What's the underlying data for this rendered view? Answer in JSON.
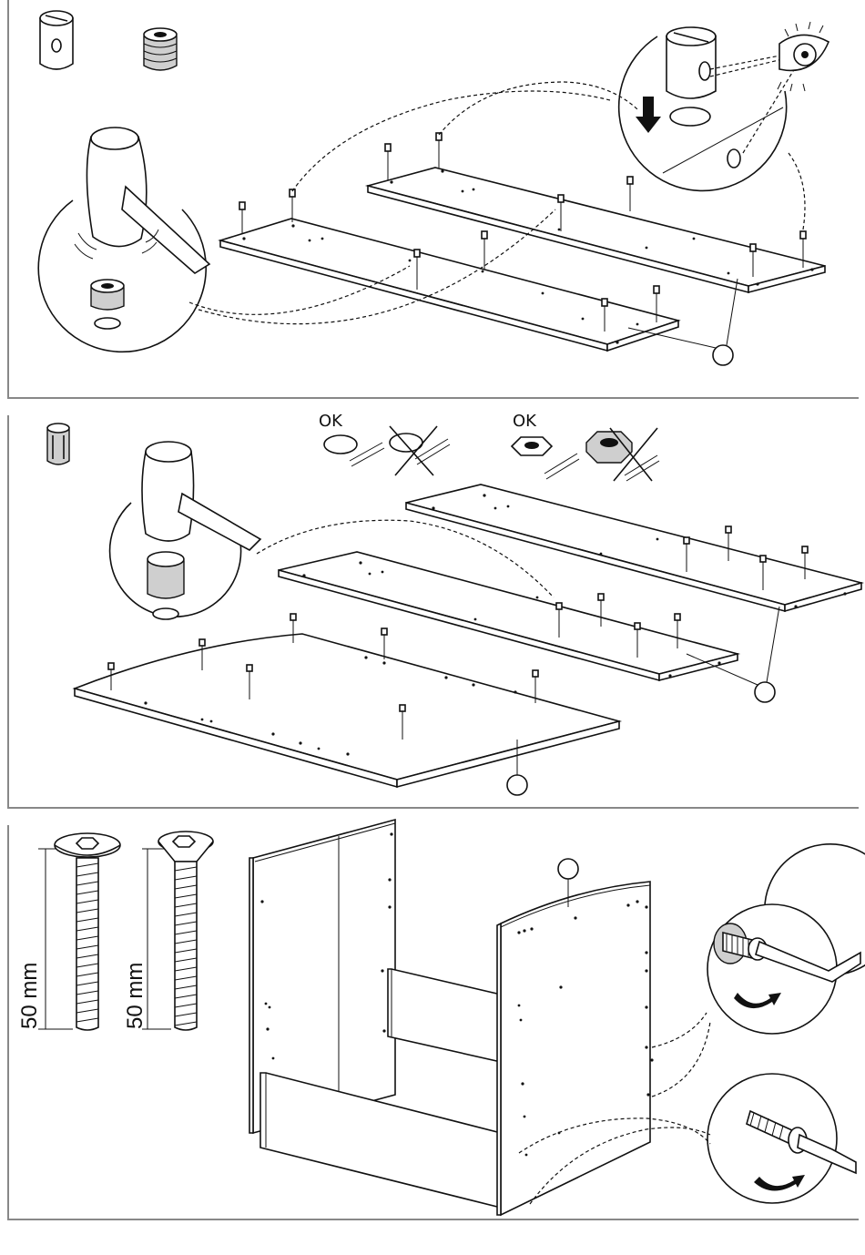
{
  "step2": {
    "ok_label_1": "OK",
    "ok_label_2": "OK"
  },
  "step3": {
    "bolt_length_1": "50 mm",
    "bolt_length_2": "50 mm"
  }
}
